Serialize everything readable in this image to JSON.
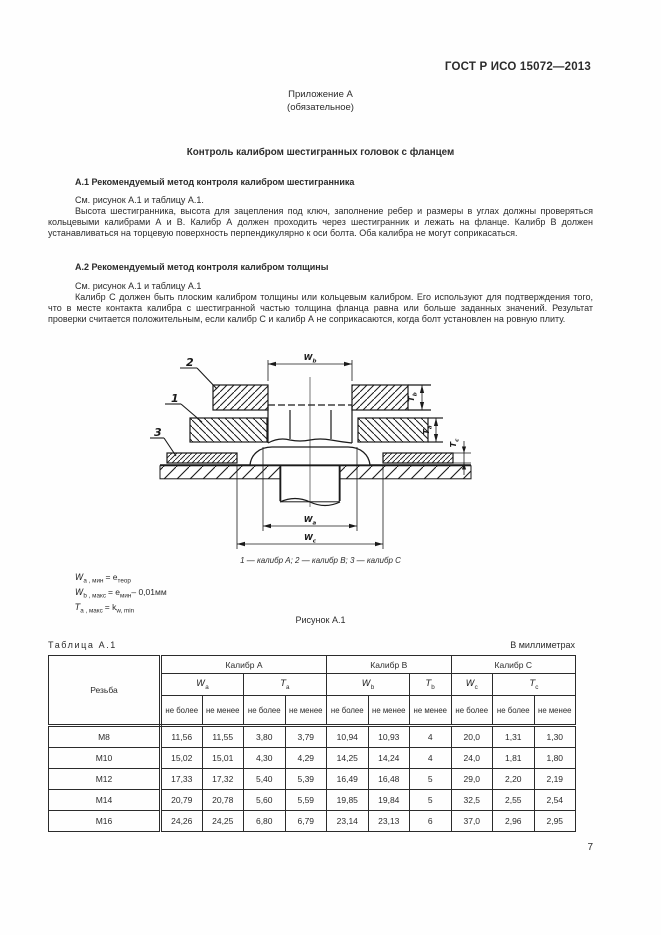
{
  "header": {
    "doc_code": "ГОСТ Р ИСО 15072—2013",
    "annex": "Приложение А",
    "annex_note": "(обязательное)",
    "title": "Контроль калибром шестигранных головок с фланцем"
  },
  "sections": [
    {
      "heading": "А.1 Рекомендуемый метод контроля калибром шестигранника",
      "see": "См. рисунок А.1 и таблицу А.1.",
      "body": "Высота шестигранника, высота для зацепления под ключ, заполнение ребер и размеры в углах должны проверяться кольцевыми калибрами А и В. Калибр А должен проходить через шестигранник и лежать на фланце. Калибр В должен устанавливаться на торцевую поверхность перпендикулярно к оси болта. Оба калибра не могут соприкасаться."
    },
    {
      "heading": "А.2 Рекомендуемый метод контроля калибром толщины",
      "see": "См. рисунок А.1 и таблицу А.1",
      "body": "Калибр С должен быть плоским калибром толщины или кольцевым калибром. Его используют для подтверждения того, что в месте контакта калибра с шестигранной частью толщина фланца равна или больше заданных значений. Результат проверки считается положительным, если калибр С и калибр А не соприкасаются, когда болт установлен на ровную плиту."
    }
  ],
  "figure": {
    "legend": "1 — калибр А; 2 — калибр В; 3 — калибр С",
    "caption": "Рисунок А.1",
    "callouts": {
      "c1": "1",
      "c2": "2",
      "c3": "3"
    },
    "dims": {
      "wb": {
        "t": "W",
        "s": "b"
      },
      "tb": {
        "t": "T",
        "s": "b"
      },
      "ta": {
        "t": "T",
        "s": "a"
      },
      "tc": {
        "t": "T",
        "s": "c"
      },
      "wa": {
        "t": "W",
        "s": "a"
      },
      "wc": {
        "t": "W",
        "s": "c"
      }
    },
    "formulas": [
      {
        "v": "W",
        "vs": "a , мин",
        "m": "= e",
        "ms": "теор",
        "tail": ""
      },
      {
        "v": "W",
        "vs": "b , макс",
        "m": "= e",
        "ms": "мин",
        "tail": "– 0,01мм"
      },
      {
        "v": "T",
        "vs": "a , макс",
        "m": "= k",
        "ms": "w, min",
        "tail": ""
      }
    ]
  },
  "table": {
    "title": "Таблица А.1",
    "units": "В миллиметрах",
    "thread_header": "Резьба",
    "groups": [
      "Калибр А",
      "Калибр В",
      "Калибр С"
    ],
    "syms": [
      {
        "t": "W",
        "s": "a"
      },
      {
        "t": "T",
        "s": "a"
      },
      {
        "t": "W",
        "s": "b"
      },
      {
        "t": "T",
        "s": "b"
      },
      {
        "t": "W",
        "s": "c"
      },
      {
        "t": "T",
        "s": "c"
      }
    ],
    "quals": [
      "не более",
      "не менее",
      "не более",
      "не менее",
      "не более",
      "не менее",
      "не менее",
      "не более",
      "не более",
      "не менее"
    ],
    "rows": [
      {
        "thread": "М8",
        "values": [
          "11,56",
          "11,55",
          "3,80",
          "3,79",
          "10,94",
          "10,93",
          "4",
          "20,0",
          "1,31",
          "1,30"
        ]
      },
      {
        "thread": "М10",
        "values": [
          "15,02",
          "15,01",
          "4,30",
          "4,29",
          "14,25",
          "14,24",
          "4",
          "24,0",
          "1,81",
          "1,80"
        ]
      },
      {
        "thread": "М12",
        "values": [
          "17,33",
          "17,32",
          "5,40",
          "5,39",
          "16,49",
          "16,48",
          "5",
          "29,0",
          "2,20",
          "2,19"
        ]
      },
      {
        "thread": "М14",
        "values": [
          "20,79",
          "20,78",
          "5,60",
          "5,59",
          "19,85",
          "19,84",
          "5",
          "32,5",
          "2,55",
          "2,54"
        ]
      },
      {
        "thread": "М16",
        "values": [
          "24,26",
          "24,25",
          "6,80",
          "6,79",
          "23,14",
          "23,13",
          "6",
          "37,0",
          "2,96",
          "2,95"
        ]
      }
    ]
  },
  "footer": {
    "page_number": "7"
  }
}
